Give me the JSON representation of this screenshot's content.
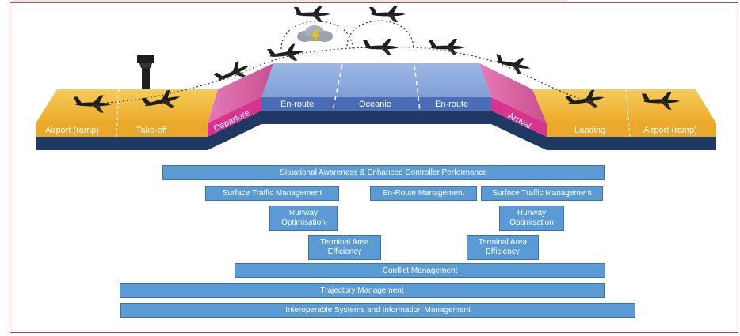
{
  "phases": {
    "airport_ramp_left": "Airport (ramp)",
    "take_off": "Take-off",
    "departure": "Departure",
    "en_route_left": "En-route",
    "oceanic": "Oceanic",
    "en_route_right": "En-route",
    "arrival": "Arrival",
    "landing": "Landing",
    "airport_ramp_right": "Airport (ramp)"
  },
  "bars": {
    "situational_awareness": "Situational Awareness & Enhanced Controller Performance",
    "surface_traffic_left": "Surface Traffic Management",
    "en_route_management": "En-Route Management",
    "surface_traffic_right": "Surface Traffic Management",
    "runway_left": "Runway\nOptimisation",
    "runway_right": "Runway\nOptimisation",
    "terminal_left": "Terminal Area\nEfficiency",
    "terminal_right": "Terminal Area\nEfficiency",
    "conflict_management": "Conflict Management",
    "trajectory_management": "Trajectory Management",
    "interoperable_systems": "Interoperable Systems and Information Management"
  },
  "colors": {
    "ground_yellow": "#f2b539",
    "ground_dark": "#1f3864",
    "departure_magenta": "#d6348f",
    "cruise_blue": "#8ea9db",
    "bar_blue": "#5b9bd5",
    "frame_red": "#c94545"
  }
}
